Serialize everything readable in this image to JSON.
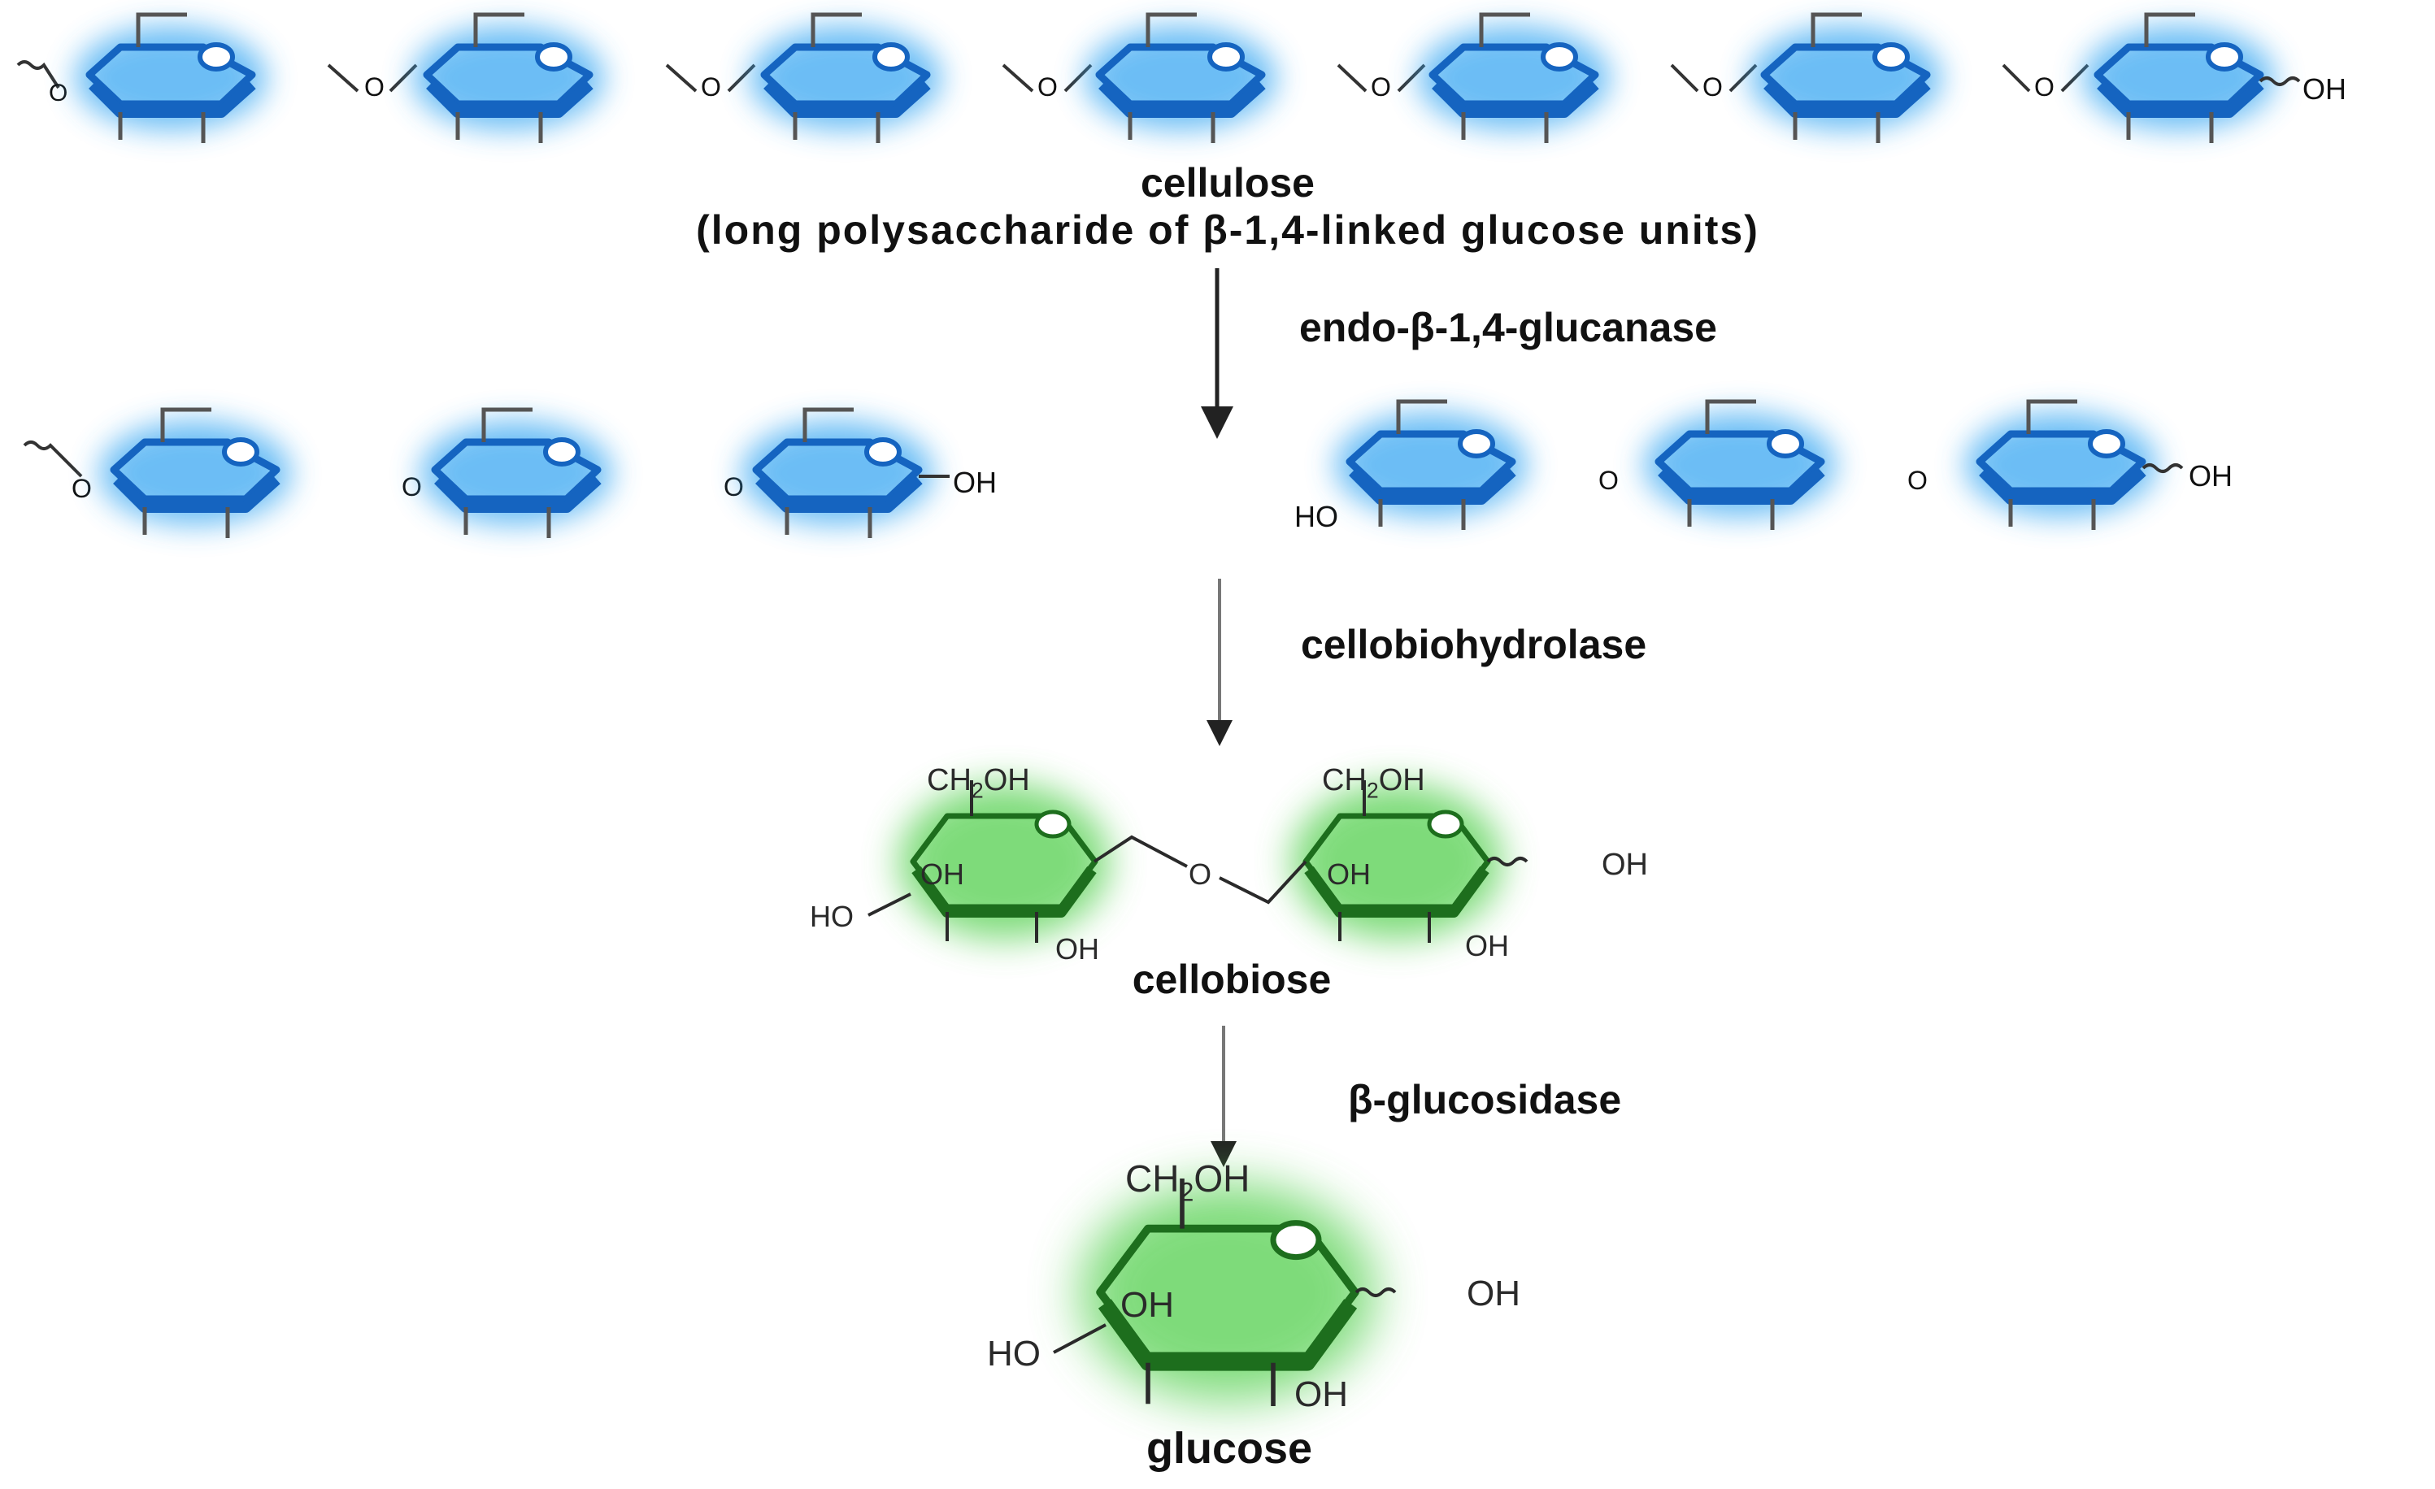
{
  "colors": {
    "cellulose_glow": "#3aa8f2",
    "cellulose_ring": "#1564c0",
    "glucose_glow": "#5fd35a",
    "glucose_ring": "#1d6e1d",
    "arrow": "#222222",
    "text": "#111111"
  },
  "compounds": {
    "cellulose": {
      "name": "cellulose",
      "description": "(long polysaccharide of β-1,4-linked glucose units)",
      "oh_label": "OH",
      "linker_label": "O"
    },
    "fragments": {
      "left_oh_label": "OH",
      "right_ho_label": "HO",
      "right_oh_label": "OH"
    },
    "cellobiose": {
      "name": "cellobiose",
      "ch2oh_label": "CH2OH",
      "ho_label": "HO",
      "oh_label": "OH",
      "linker_label": "O"
    },
    "glucose": {
      "name": "glucose",
      "ch2oh_label": "CH2OH",
      "ho_label": "HO",
      "oh_label": "OH"
    }
  },
  "enzymes": [
    {
      "name": "endo-β-1,4-glucanase"
    },
    {
      "name": "cellobiohydrolase"
    },
    {
      "name": "β-glucosidase"
    }
  ]
}
